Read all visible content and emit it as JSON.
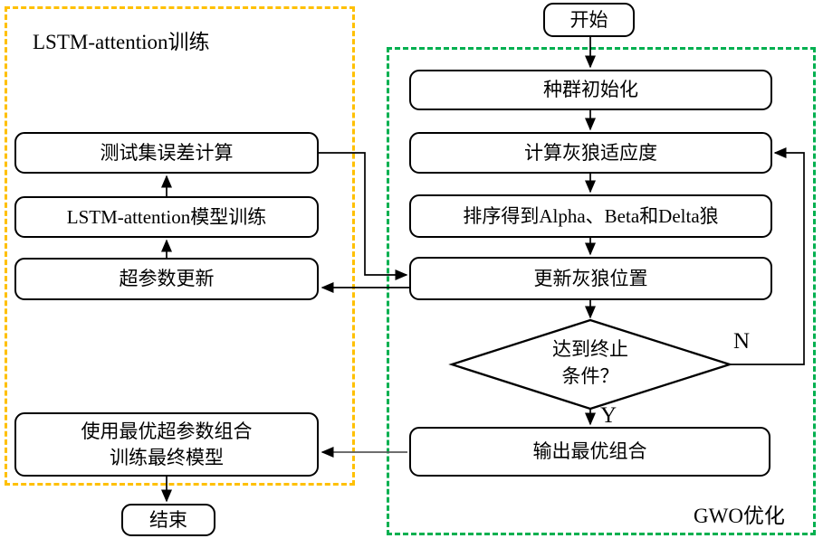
{
  "diagram": {
    "groups": {
      "lstm": {
        "label": "LSTM-attention训练"
      },
      "gwo": {
        "label": "GWO优化"
      }
    },
    "nodes": {
      "start": "开始",
      "pop_init": "种群初始化",
      "fitness": "计算灰狼适应度",
      "sort": "排序得到Alpha、Beta和Delta狼",
      "update_pos": "更新灰狼位置",
      "decision_line1": "达到终止",
      "decision_line2": "条件？",
      "output": "输出最优组合",
      "test_error": "测试集误差计算",
      "model_train": "LSTM-attention模型训练",
      "hyperparam": "超参数更新",
      "final_model_line1": "使用最优超参数组合",
      "final_model_line2": "训练最终模型",
      "end": "结束"
    },
    "edge_labels": {
      "no": "N",
      "yes": "Y"
    },
    "colors": {
      "lstm_border": "#FFC000",
      "gwo_border": "#00B050",
      "box_border": "#000000",
      "connector": "#000000",
      "output_connector": "#595959",
      "background": "#FFFFFF"
    }
  }
}
